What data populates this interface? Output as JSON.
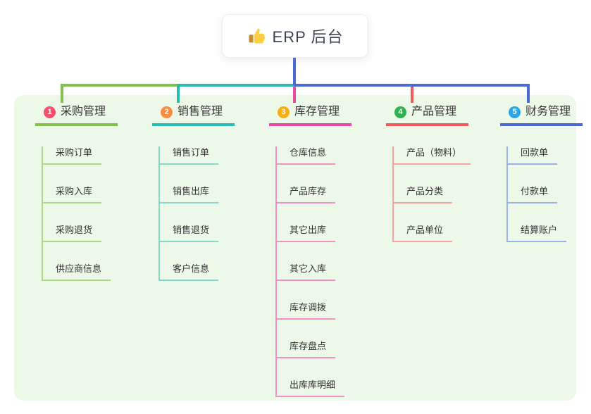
{
  "root": {
    "title": "ERP 后台",
    "icon": "thumbs-up-icon",
    "line_color": "#4b68d5"
  },
  "panel": {
    "background": "#ecf8e8"
  },
  "branches": [
    {
      "num": "1",
      "title": "采购管理",
      "badge_color": "#f4516c",
      "line_color": "#82c14c",
      "child_line_color": "#aed887",
      "children": [
        "采购订单",
        "采购入库",
        "采购退货",
        "供应商信息"
      ]
    },
    {
      "num": "2",
      "title": "销售管理",
      "badge_color": "#fb8c42",
      "line_color": "#29bcb2",
      "child_line_color": "#85d6cd",
      "children": [
        "销售订单",
        "销售出库",
        "销售退货",
        "客户信息"
      ]
    },
    {
      "num": "3",
      "title": "库存管理",
      "badge_color": "#f9ae13",
      "line_color": "#e74a9e",
      "child_line_color": "#f191c5",
      "children": [
        "仓库信息",
        "产品库存",
        "其它出库",
        "其它入库",
        "库存调拨",
        "库存盘点",
        "出库库明细"
      ]
    },
    {
      "num": "4",
      "title": "产品管理",
      "badge_color": "#2fb350",
      "line_color": "#f15b5b",
      "child_line_color": "#f7a3a3",
      "children": [
        "产品（物料）",
        "产品分类",
        "产品单位"
      ]
    },
    {
      "num": "5",
      "title": "财务管理",
      "badge_color": "#2ba6e8",
      "line_color": "#4b68d5",
      "child_line_color": "#9cb0e9",
      "children": [
        "回款单",
        "付款单",
        "结算账户"
      ]
    }
  ]
}
